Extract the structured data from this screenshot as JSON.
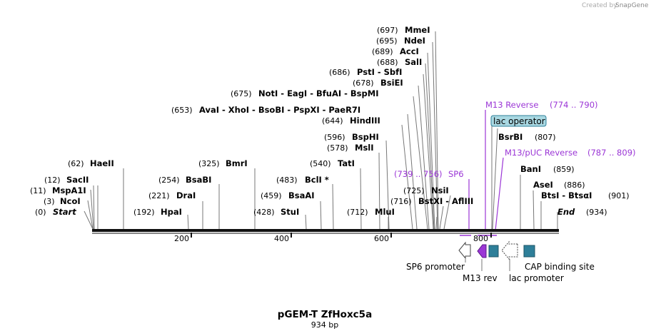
{
  "credit": {
    "text": "Created by",
    "brand": "SnapGene"
  },
  "title": "pGEM-T ZfHoxc5a",
  "length_label": "934 bp",
  "ruler": [
    "200",
    "400",
    "600",
    "800"
  ],
  "sites": {
    "l_start": {
      "pos": "(0)",
      "name": "Start"
    },
    "l_ncoi": {
      "pos": "(3)",
      "name": "NcoI"
    },
    "l_mspa1i": {
      "pos": "(11)",
      "name": "MspA1I"
    },
    "l_sacii": {
      "pos": "(12)",
      "name": "SacII"
    },
    "l_haeii": {
      "pos": "(62)",
      "name": "HaeII"
    },
    "l_hpai": {
      "pos": "(192)",
      "name": "HpaI"
    },
    "l_drai": {
      "pos": "(221)",
      "name": "DraI"
    },
    "l_bsabi": {
      "pos": "(254)",
      "name": "BsaBI"
    },
    "l_bmri": {
      "pos": "(325)",
      "name": "BmrI"
    },
    "l_stui": {
      "pos": "(428)",
      "name": "StuI"
    },
    "l_bsaai": {
      "pos": "(459)",
      "name": "BsaAI"
    },
    "l_bcli": {
      "pos": "(483)",
      "name": "BclI *"
    },
    "l_tati": {
      "pos": "(540)",
      "name": "TatI"
    },
    "l_msli": {
      "pos": "(578)",
      "name": "MslI"
    },
    "l_bsphi": {
      "pos": "(596)",
      "name": "BspHI"
    },
    "l_mlui": {
      "pos": "(712)",
      "name": "MluI"
    },
    "l_afliii": {
      "pos": "(716)",
      "name": "BstXI - AflIII"
    },
    "l_nsii": {
      "pos": "(725)",
      "name": "NsiI"
    },
    "l_hindiii": {
      "pos": "(644)",
      "name": "HindIII"
    },
    "l_avai": {
      "pos": "(653)",
      "name": "AvaI - XhoI - BsoBI - PspXI - PaeR7I"
    },
    "l_noti": {
      "pos": "(675)",
      "name": "NotI - EagI - BfuAI - BspMI"
    },
    "l_bsiei": {
      "pos": "(678)",
      "name": "BsiEI"
    },
    "l_psti": {
      "pos": "(686)",
      "name": "PstI - SbfI"
    },
    "l_sali": {
      "pos": "(688)",
      "name": "SalI"
    },
    "l_acci": {
      "pos": "(689)",
      "name": "AccI"
    },
    "l_ndei": {
      "pos": "(695)",
      "name": "NdeI"
    },
    "l_mmei": {
      "pos": "(697)",
      "name": "MmeI"
    },
    "l_bsrbi": {
      "pos": "(807)",
      "name": "BsrBI"
    },
    "l_bani": {
      "pos": "(859)",
      "name": "BanI"
    },
    "l_asei": {
      "pos": "(886)",
      "name": "AseI"
    },
    "l_btsi": {
      "pos": "(901)",
      "name": "BtsI - BtsαI"
    },
    "l_end": {
      "pos": "(934)",
      "name": "End"
    }
  },
  "primers": {
    "sp6": {
      "name": "SP6",
      "range": "(739 .. 756)"
    },
    "m13rev": {
      "name": "M13 Reverse",
      "range": "(774 .. 790)"
    },
    "m13puc": {
      "name": "M13/pUC Reverse",
      "range": "(787 .. 809)"
    }
  },
  "features": {
    "lac_operator": "lac operator",
    "sp6_promoter": "SP6 promoter",
    "m13_rev": "M13 rev",
    "lac_promoter": "lac promoter",
    "cap_site": "CAP binding site"
  },
  "colors": {
    "primer": "#9b36d6",
    "teal": "#2e7f99",
    "operator_fill": "#a9d8e2",
    "arrow_outline": "#444444"
  }
}
